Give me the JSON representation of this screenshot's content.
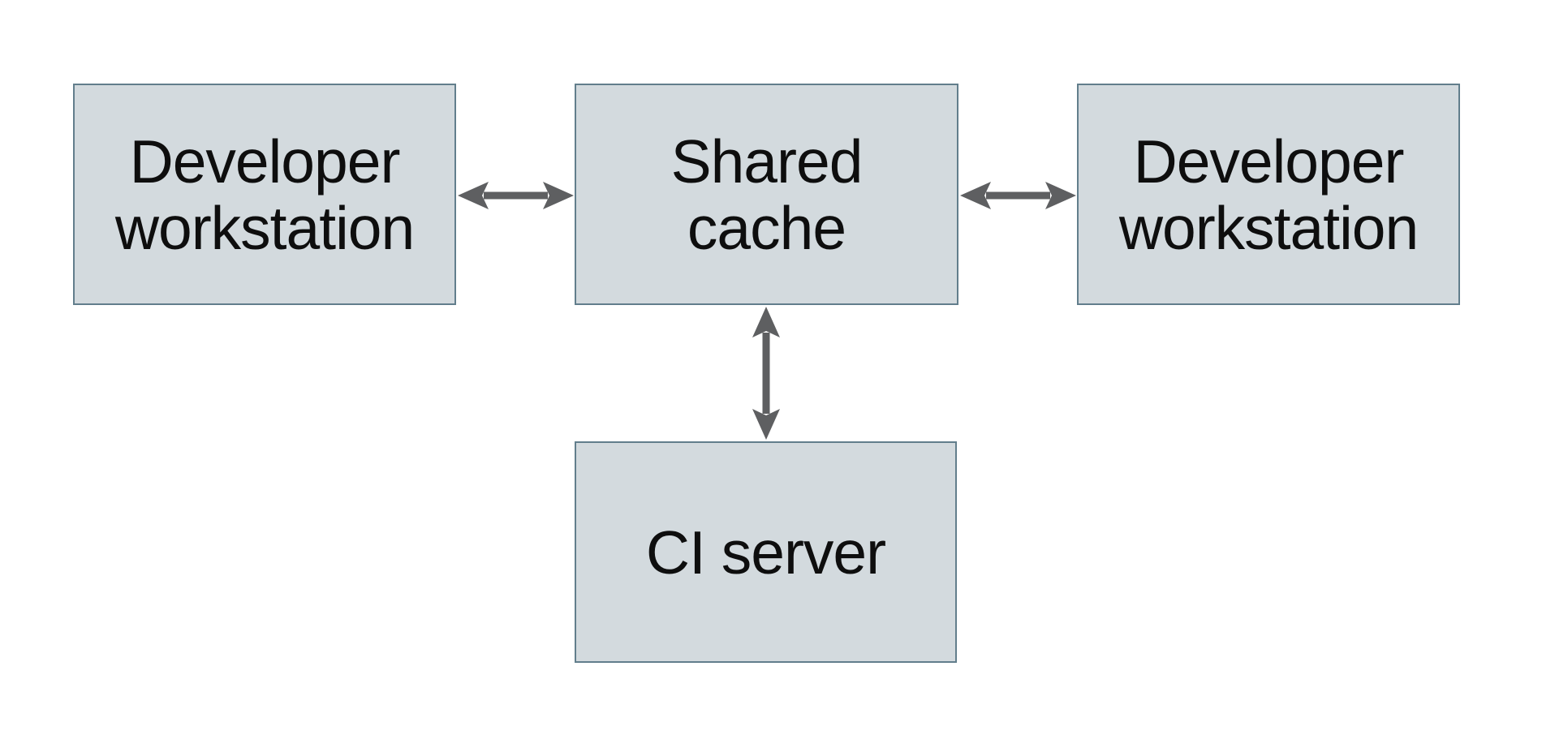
{
  "diagram": {
    "background_color": "#ffffff",
    "box_fill_color": "#d3dade",
    "box_border_color": "#627e8c",
    "arrow_color": "#5e5f61",
    "text_color": "#0e0e0e",
    "nodes": [
      {
        "id": "developer-workstation-left",
        "label": "Developer workstation",
        "lines": [
          "Developer",
          "workstation"
        ]
      },
      {
        "id": "shared-cache",
        "label": "Shared cache",
        "lines": [
          "Shared",
          "cache"
        ]
      },
      {
        "id": "developer-workstation-right",
        "label": "Developer workstation",
        "lines": [
          "Developer",
          "workstation"
        ]
      },
      {
        "id": "ci-server",
        "label": "CI server",
        "lines": [
          "CI server"
        ]
      }
    ],
    "edges": [
      {
        "from": "developer-workstation-left",
        "to": "shared-cache",
        "direction": "bidirectional",
        "orientation": "horizontal"
      },
      {
        "from": "shared-cache",
        "to": "developer-workstation-right",
        "direction": "bidirectional",
        "orientation": "horizontal"
      },
      {
        "from": "shared-cache",
        "to": "ci-server",
        "direction": "bidirectional",
        "orientation": "vertical"
      }
    ]
  }
}
